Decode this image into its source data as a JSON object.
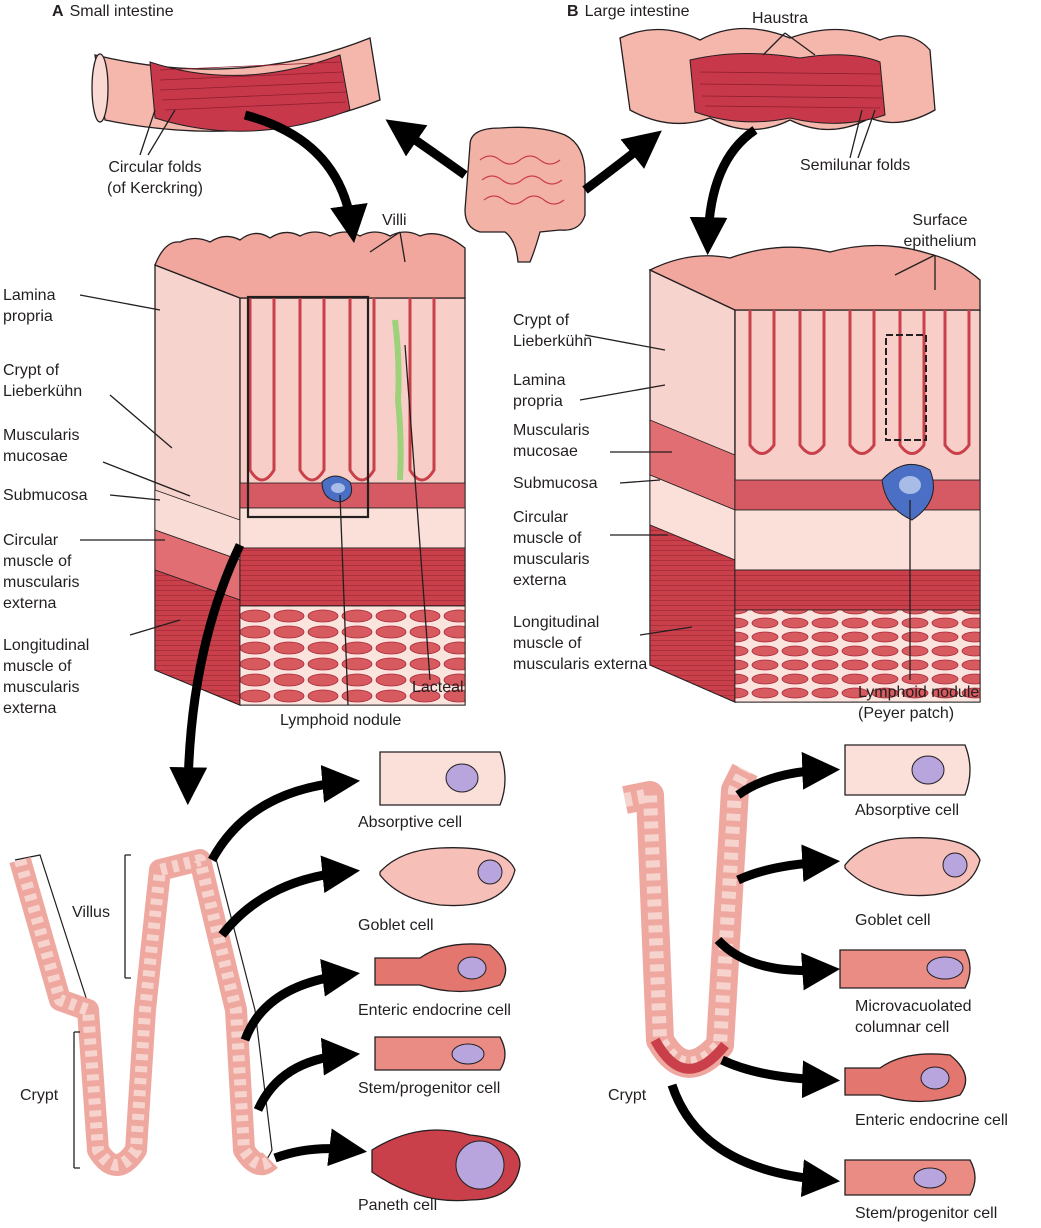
{
  "panel_a": {
    "letter": "A",
    "title": "Small intestine",
    "labels": {
      "circular_folds": "Circular folds\n(of Kerckring)",
      "villi": "Villi",
      "lamina_propria": "Lamina\npropria",
      "crypt_of_lieberkuhn": "Crypt of\nLieberkühn",
      "muscularis_mucosae": "Muscularis\nmucosae",
      "submucosa": "Submucosa",
      "circular_muscle": "Circular\nmuscle of\nmuscularis\nexterna",
      "longitudinal_muscle": "Longitudinal\nmuscle of\nmuscularis\nexterna",
      "lacteal": "Lacteal",
      "lymphoid_nodule": "Lymphoid nodule",
      "villus": "Villus",
      "crypt": "Crypt"
    },
    "cells": [
      "Absorptive cell",
      "Goblet cell",
      "Enteric endocrine cell",
      "Stem/progenitor cell",
      "Paneth cell"
    ]
  },
  "panel_b": {
    "letter": "B",
    "title": "Large intestine",
    "labels": {
      "haustra": "Haustra",
      "semilunar_folds": "Semilunar folds",
      "surface_epithelium": "Surface\nepithelium",
      "crypt_of_lieberkuhn": "Crypt of\nLieberkühn",
      "lamina_propria": "Lamina\npropria",
      "muscularis_mucosae": "Muscularis\nmucosae",
      "submucosa": "Submucosa",
      "circular_muscle": "Circular\nmuscle of\nmuscularis\nexterna",
      "longitudinal_muscle": "Longitudinal\nmuscle of\nmuscularis externa",
      "lymphoid_nodule": "Lymphoid nodule\n(Peyer patch)",
      "crypt": "Crypt"
    },
    "cells": [
      "Absorptive cell",
      "Goblet cell",
      "Microvacuolated\ncolumnar cell",
      "Enteric endocrine cell",
      "Stem/progenitor cell"
    ]
  },
  "colors": {
    "outline": "#231f20",
    "tissue_light": "#f7d3cd",
    "tissue_pink": "#eea8a0",
    "tissue_mid": "#e0706b",
    "muscle_dark": "#c9404a",
    "muscle_deep": "#a8283a",
    "nucleus_purple": "#b9a5dd",
    "nodule_blue": "#4a6fc4",
    "lacteal_green": "#b6e39a",
    "arrow": "#000000"
  }
}
